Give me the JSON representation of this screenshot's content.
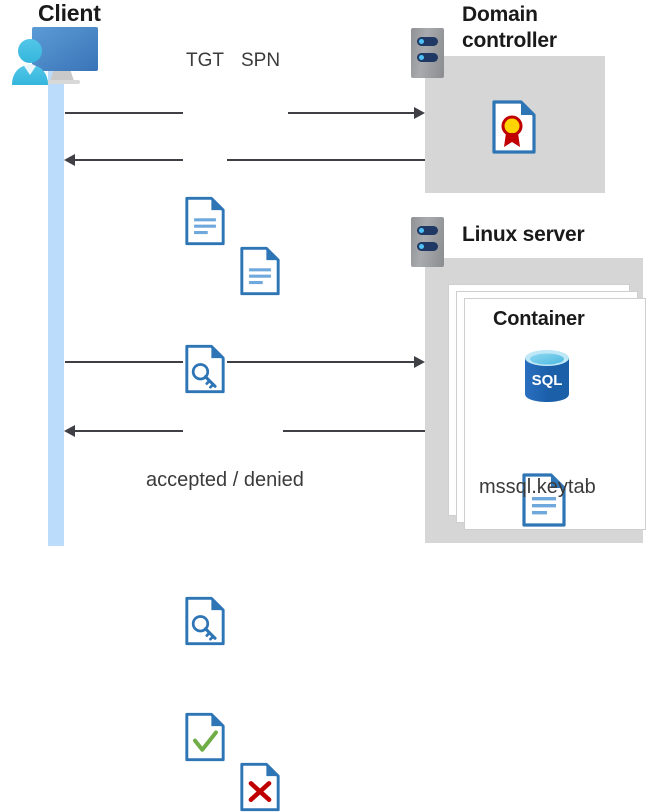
{
  "diagram": {
    "type": "kerberos-authentication-sequence",
    "client": {
      "title": "Client",
      "icon": "desktop-user-icon",
      "lifeline_color": "#bcdcfb"
    },
    "domain_controller": {
      "title": "Domain\ncontroller",
      "title_line1": "Domain",
      "title_line2": "controller",
      "server_icon": "server-rack-icon",
      "zone_color": "#d6d6d6",
      "contents": [
        {
          "icon": "certificate-document-icon",
          "label": ""
        }
      ]
    },
    "linux_server": {
      "title": "Linux server",
      "server_icon": "server-rack-icon",
      "zone_color": "#d6d6d6",
      "container": {
        "title": "Container",
        "stack_count": 3,
        "items": [
          {
            "icon": "sql-database-icon",
            "label": "SQL"
          },
          {
            "icon": "document-icon",
            "label": "mssql.keytab"
          }
        ]
      }
    },
    "messages": [
      {
        "id": "msg-1",
        "direction": "right",
        "from": "client",
        "to": "domain_controller",
        "icons": [
          {
            "name": "document-icon",
            "label": "TGT"
          },
          {
            "name": "document-icon",
            "label": "SPN"
          }
        ],
        "label": ""
      },
      {
        "id": "msg-2",
        "direction": "left",
        "from": "domain_controller",
        "to": "client",
        "icons": [
          {
            "name": "key-document-icon",
            "label": ""
          }
        ],
        "label": ""
      },
      {
        "id": "msg-3",
        "direction": "right",
        "from": "client",
        "to": "linux_server",
        "icons": [
          {
            "name": "key-document-icon",
            "label": ""
          }
        ],
        "label": ""
      },
      {
        "id": "msg-4",
        "direction": "left",
        "from": "linux_server",
        "to": "client",
        "icons": [
          {
            "name": "check-document-icon",
            "label": "accepted"
          },
          {
            "name": "cross-document-icon",
            "label": "denied"
          }
        ],
        "label": "accepted / denied"
      }
    ],
    "labels": {
      "tgt": "TGT",
      "spn": "SPN",
      "accepted_denied": "accepted / denied",
      "keytab_file": "mssql.keytab",
      "sql_text": "SQL"
    },
    "colors": {
      "doc_border": "#2e75b6",
      "doc_fold": "#2e75b6",
      "doc_lines": "#6fa8dc",
      "arrow": "#3f3f46",
      "zone_gray": "#d6d6d6",
      "lifeline_blue": "#bcdcfb",
      "check_green": "#70ad47",
      "cross_red": "#c00000",
      "cert_gold": "#ffd400",
      "cert_ribbon": "#c00000",
      "sql_blue": "#1a5fa8",
      "rack_navy": "#1f3864",
      "rack_dot": "#4fc3f7",
      "title_text": "#1a1a1a",
      "label_text": "#3b3b3b"
    }
  }
}
